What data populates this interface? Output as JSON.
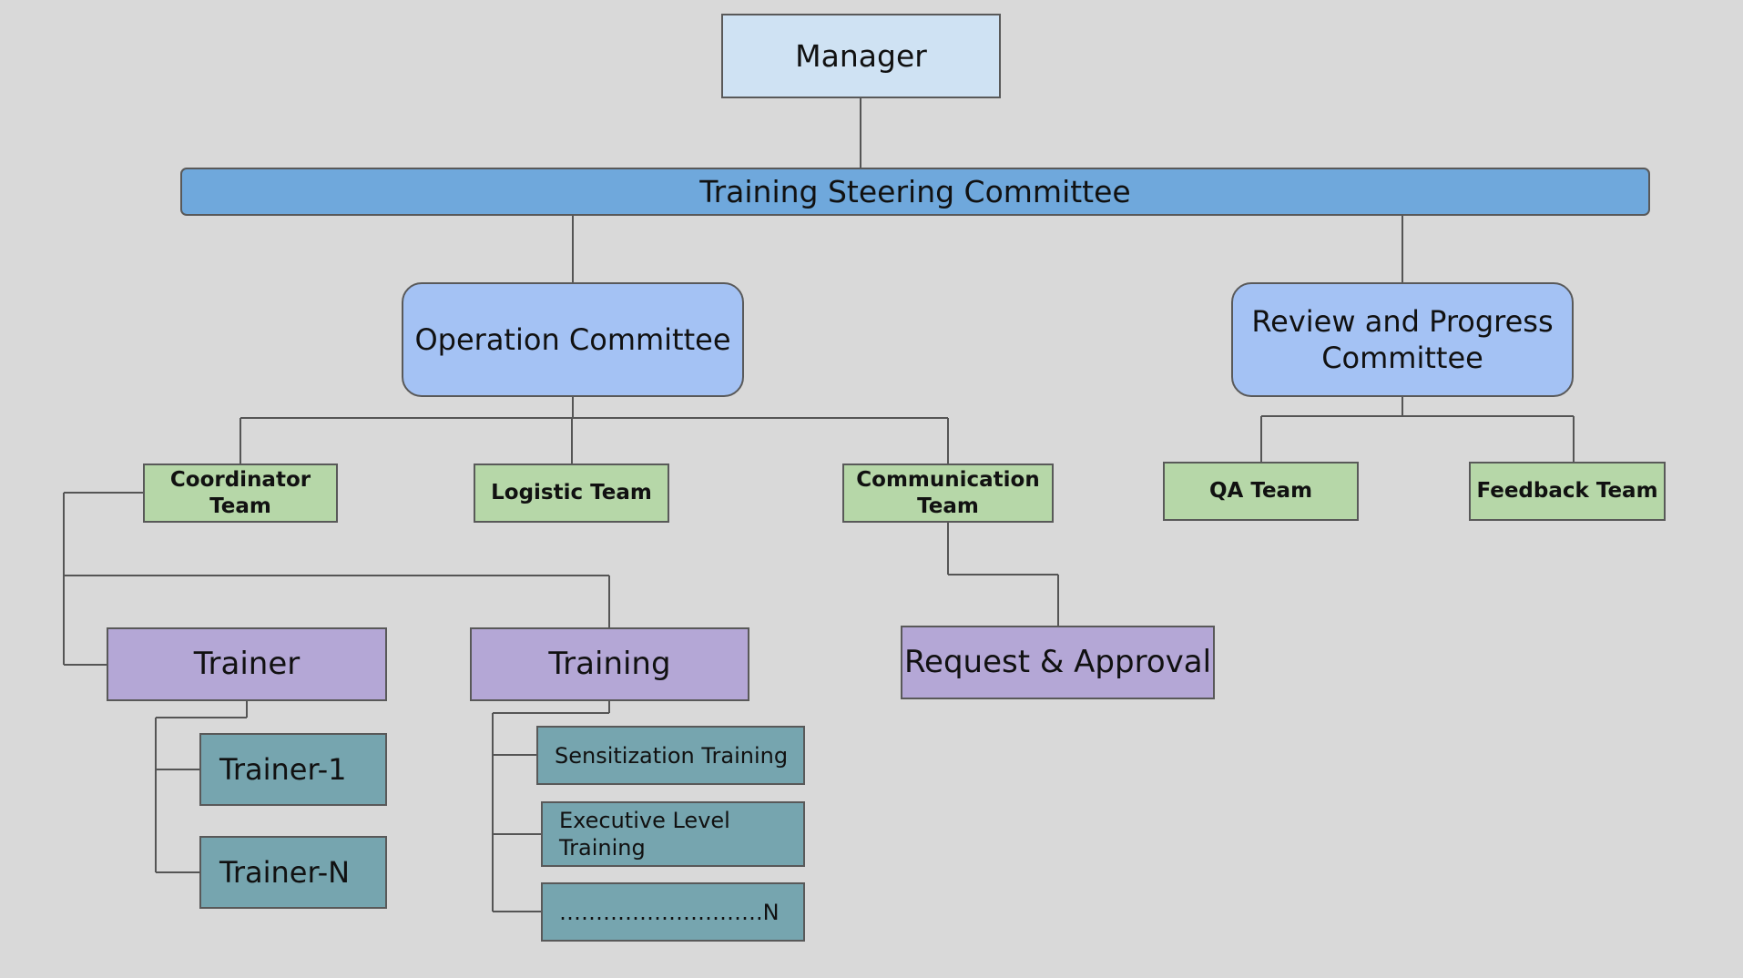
{
  "nodes": {
    "manager": "Manager",
    "steering_committee": "Training Steering Committee",
    "operation_committee": "Operation Committee",
    "review_committee": "Review and Progress Committee",
    "coordinator_team": "Coordinator Team",
    "logistic_team": "Logistic Team",
    "communication_team": "Communication Team",
    "qa_team": "QA Team",
    "feedback_team": "Feedback Team",
    "trainer": "Trainer",
    "training": "Training",
    "request_approval": "Request & Approval",
    "trainer_1": "Trainer-1",
    "trainer_n": "Trainer-N",
    "sensitization_training": "Sensitization Training",
    "executive_training": "Executive Level Training",
    "training_n": "……………………….N"
  },
  "colors": {
    "background": "#d9d9d9",
    "manager": "#cfe2f3",
    "steering": "#6fa8dc",
    "committee": "#a4c2f4",
    "team": "#b6d7a8",
    "unit": "#b4a7d6",
    "leaf": "#76a5af",
    "border": "#595959"
  }
}
